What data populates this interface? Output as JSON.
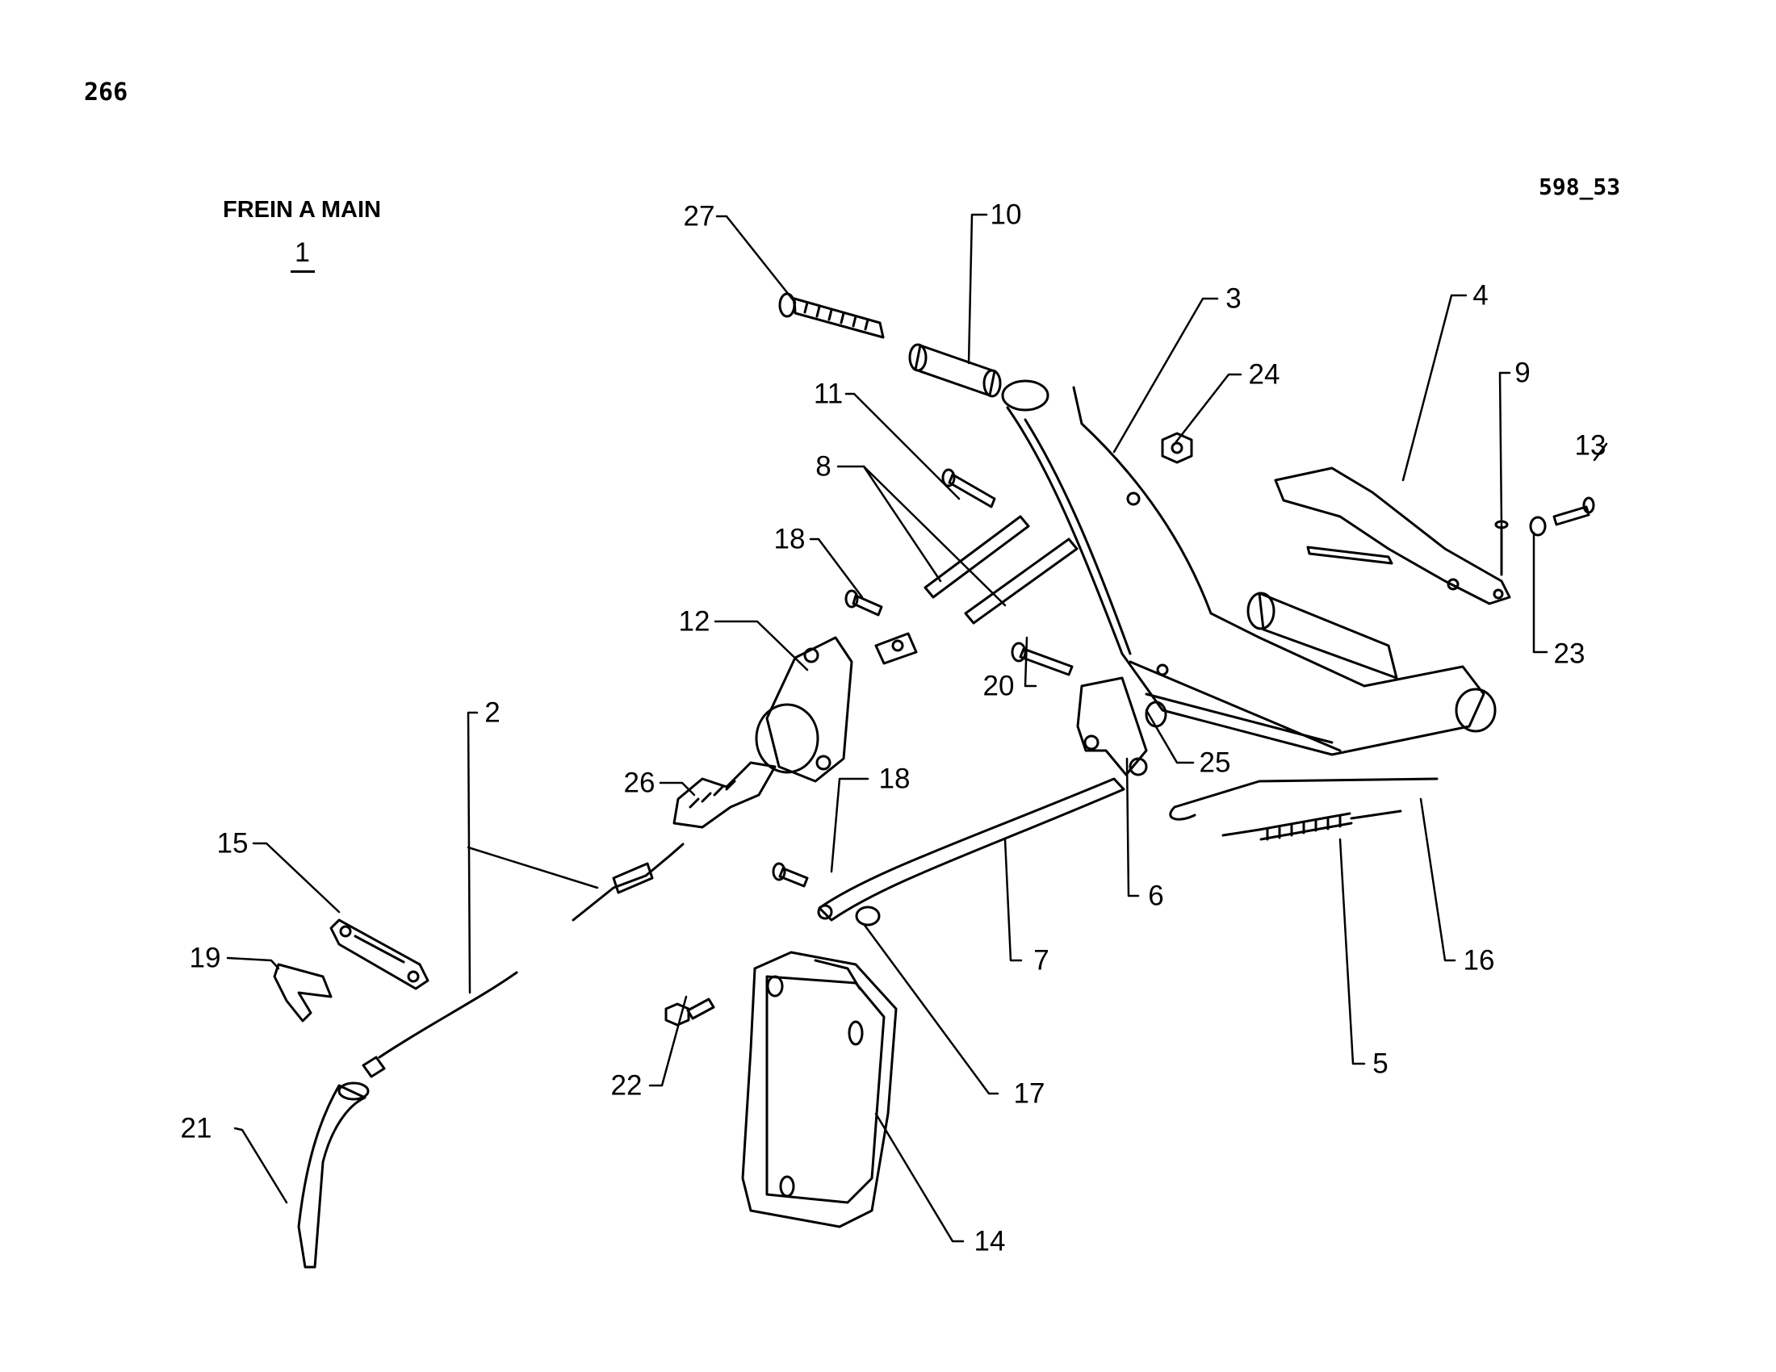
{
  "page_number": "266",
  "reference": "598_53",
  "title": "FREIN A MAIN",
  "subtitle": "1",
  "callouts": [
    {
      "id": "c27",
      "text": "27"
    },
    {
      "id": "c10",
      "text": "10"
    },
    {
      "id": "c3",
      "text": "3"
    },
    {
      "id": "c4",
      "text": "4"
    },
    {
      "id": "c24",
      "text": "24"
    },
    {
      "id": "c9",
      "text": "9"
    },
    {
      "id": "c13",
      "text": "13"
    },
    {
      "id": "c23",
      "text": "23"
    },
    {
      "id": "c11",
      "text": "11"
    },
    {
      "id": "c8",
      "text": "8"
    },
    {
      "id": "c18a",
      "text": "18"
    },
    {
      "id": "c12",
      "text": "12"
    },
    {
      "id": "c20",
      "text": "20"
    },
    {
      "id": "c25",
      "text": "25"
    },
    {
      "id": "c2",
      "text": "2"
    },
    {
      "id": "c26",
      "text": "26"
    },
    {
      "id": "c18b",
      "text": "18"
    },
    {
      "id": "c6",
      "text": "6"
    },
    {
      "id": "c15",
      "text": "15"
    },
    {
      "id": "c7",
      "text": "7"
    },
    {
      "id": "c16",
      "text": "16"
    },
    {
      "id": "c19",
      "text": "19"
    },
    {
      "id": "c5",
      "text": "5"
    },
    {
      "id": "c22",
      "text": "22"
    },
    {
      "id": "c17",
      "text": "17"
    },
    {
      "id": "c21",
      "text": "21"
    },
    {
      "id": "c14",
      "text": "14"
    }
  ]
}
